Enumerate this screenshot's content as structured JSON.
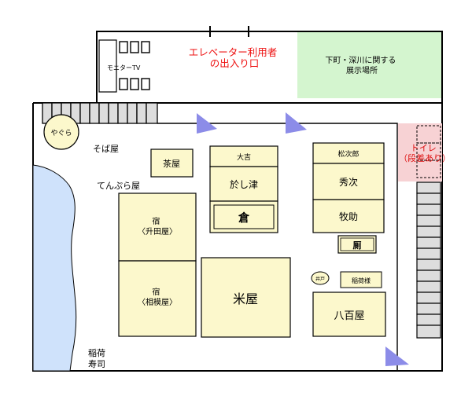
{
  "elevator_entrance": [
    "エレベーター利用者",
    "の出入り口"
  ],
  "exhibit_area": [
    "下町・深川に関する",
    "展示場所"
  ],
  "monitor_tv": "モニターTV",
  "toilet": [
    "トイレ",
    "（段差あり）"
  ],
  "yagura": "やぐら",
  "soba": "そば屋",
  "tempura": "てんぷら屋",
  "inari_sushi": [
    "稲荷",
    "寿司"
  ],
  "chaya": "茶屋",
  "daikichi": "大吉",
  "oshizu": "於し津",
  "kura": "倉",
  "matsujiro": "松次郎",
  "hidetsugu": "秀次",
  "bokusuke": "牧助",
  "kawaya": "厠",
  "inn_masuda": [
    "宿",
    "〈升田屋〉"
  ],
  "inn_sagami": [
    "宿",
    "〈相模屋〉"
  ],
  "komeya": "米屋",
  "well": "井戸",
  "inari_shrine": "稲荷様",
  "yaoya": "八百屋",
  "colors": {
    "building": "#fcf8cc",
    "water": "#cfe2fb",
    "exhibit": "#d4f5cf",
    "toilet": "#f7d2d4",
    "stair": "#dddddd",
    "arrow": "#8c8ce8",
    "elevator_text": "#ee1111",
    "toilet_text": "#dd1111",
    "line": "#000000"
  }
}
